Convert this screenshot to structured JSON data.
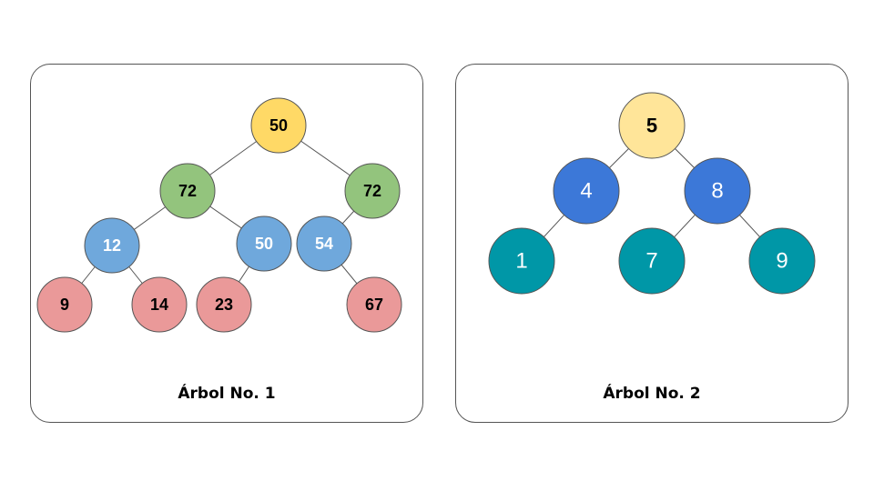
{
  "colors": {
    "yellow": "#ffd966",
    "green": "#93c47d",
    "blue": "#6fa8dc",
    "red": "#ea9999",
    "light_yellow": "#ffe599",
    "royal_blue": "#3c78d8",
    "teal": "#0097a7"
  },
  "trees": [
    {
      "title": "Árbol No. 1",
      "nodes": [
        {
          "id": "a",
          "value": "50",
          "color": "yellow",
          "text_color": "#000000"
        },
        {
          "id": "b",
          "value": "72",
          "color": "green",
          "text_color": "#000000"
        },
        {
          "id": "c",
          "value": "72",
          "color": "green",
          "text_color": "#000000"
        },
        {
          "id": "d",
          "value": "12",
          "color": "blue",
          "text_color": "#ffffff"
        },
        {
          "id": "e",
          "value": "50",
          "color": "blue",
          "text_color": "#ffffff"
        },
        {
          "id": "f",
          "value": "54",
          "color": "blue",
          "text_color": "#ffffff"
        },
        {
          "id": "g",
          "value": "9",
          "color": "red",
          "text_color": "#000000"
        },
        {
          "id": "h",
          "value": "14",
          "color": "red",
          "text_color": "#000000"
        },
        {
          "id": "i",
          "value": "23",
          "color": "red",
          "text_color": "#000000"
        },
        {
          "id": "j",
          "value": "67",
          "color": "red",
          "text_color": "#000000"
        }
      ],
      "edges": [
        [
          "a",
          "b"
        ],
        [
          "a",
          "c"
        ],
        [
          "b",
          "d"
        ],
        [
          "b",
          "e"
        ],
        [
          "c",
          "f"
        ],
        [
          "d",
          "g"
        ],
        [
          "d",
          "h"
        ],
        [
          "e",
          "i"
        ],
        [
          "f",
          "j"
        ]
      ]
    },
    {
      "title": "Árbol No. 2",
      "nodes": [
        {
          "id": "a",
          "value": "5",
          "color": "light_yellow",
          "text_color": "#000000"
        },
        {
          "id": "b",
          "value": "4",
          "color": "royal_blue",
          "text_color": "#ffffff"
        },
        {
          "id": "c",
          "value": "8",
          "color": "royal_blue",
          "text_color": "#ffffff"
        },
        {
          "id": "d",
          "value": "1",
          "color": "teal",
          "text_color": "#ffffff"
        },
        {
          "id": "e",
          "value": "7",
          "color": "teal",
          "text_color": "#ffffff"
        },
        {
          "id": "f",
          "value": "9",
          "color": "teal",
          "text_color": "#ffffff"
        }
      ],
      "edges": [
        [
          "a",
          "b"
        ],
        [
          "a",
          "c"
        ],
        [
          "b",
          "d"
        ],
        [
          "c",
          "e"
        ],
        [
          "c",
          "f"
        ]
      ]
    }
  ]
}
